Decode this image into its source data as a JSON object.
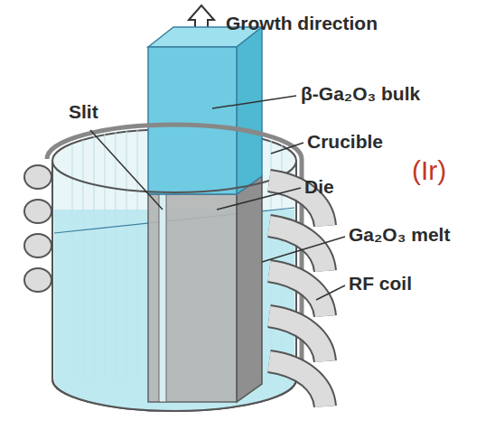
{
  "diagram": {
    "labels": [
      "Growth direction",
      "β-Ga₂O₃ bulk",
      "Slit",
      "Crucible",
      "(Ir)",
      "Die",
      "Ga₂O₃ melt",
      "RF coil"
    ]
  }
}
